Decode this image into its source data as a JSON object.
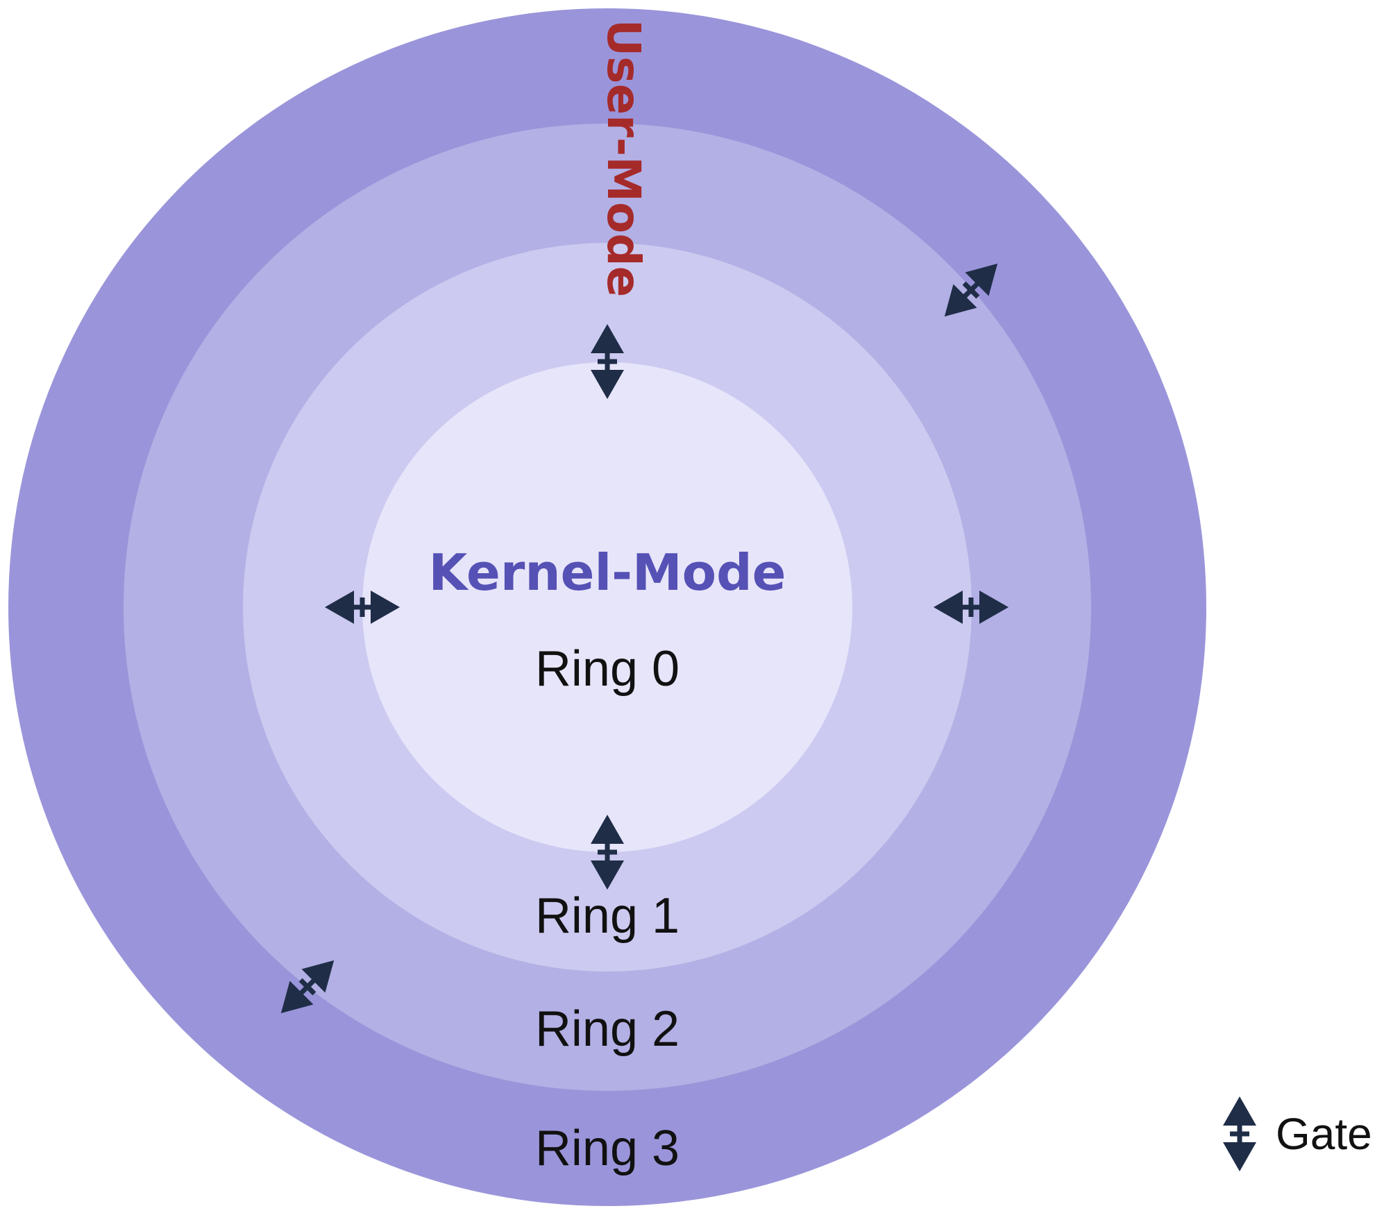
{
  "colors": {
    "ring3": "#9a95da",
    "ring2": "#b3b0e5",
    "ring1": "#cccaf0",
    "ring0": "#e7e5fa",
    "gate": "#1f2d47",
    "kernel_mode_text": "#5651b5",
    "user_mode_text": "#a52a2a",
    "ring_text": "#111111"
  },
  "rings": [
    {
      "name": "ring-3",
      "label": "Ring 3"
    },
    {
      "name": "ring-2",
      "label": "Ring 2"
    },
    {
      "name": "ring-1",
      "label": "Ring 1"
    },
    {
      "name": "ring-0",
      "label": "Ring 0"
    }
  ],
  "modes": {
    "kernel": "Kernel-Mode",
    "user": "User-Mode"
  },
  "gate_icon": "double-arrow-icon",
  "legend": {
    "icon": "double-arrow-icon",
    "label": "Gate"
  }
}
